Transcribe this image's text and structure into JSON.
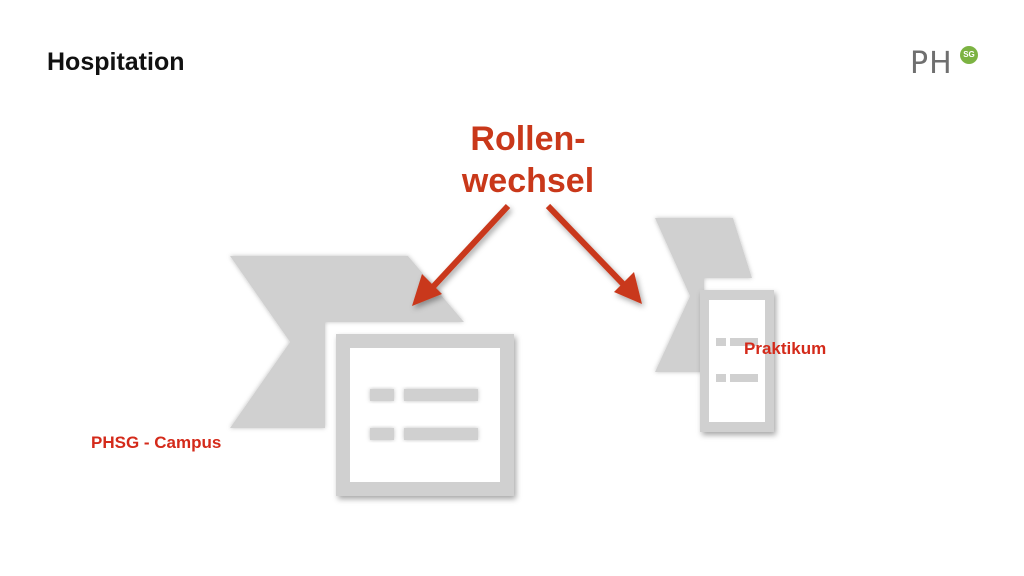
{
  "slide": {
    "title": "Hospitation",
    "logo": {
      "text": "PH",
      "badge": "SG"
    },
    "center_label": {
      "line1": "Rollen-",
      "line2": "wechsel"
    },
    "nodes": {
      "campus_label": "PHSG - Campus",
      "praktikum_label": "Praktikum"
    },
    "colors": {
      "accent_red": "#c9381a",
      "label_red": "#d42a1a",
      "shape_gray": "#d0d0d0",
      "logo_green": "#7cb342"
    },
    "icons": [
      "campus-icon",
      "praktikum-icon",
      "arrow-left",
      "arrow-right"
    ]
  }
}
